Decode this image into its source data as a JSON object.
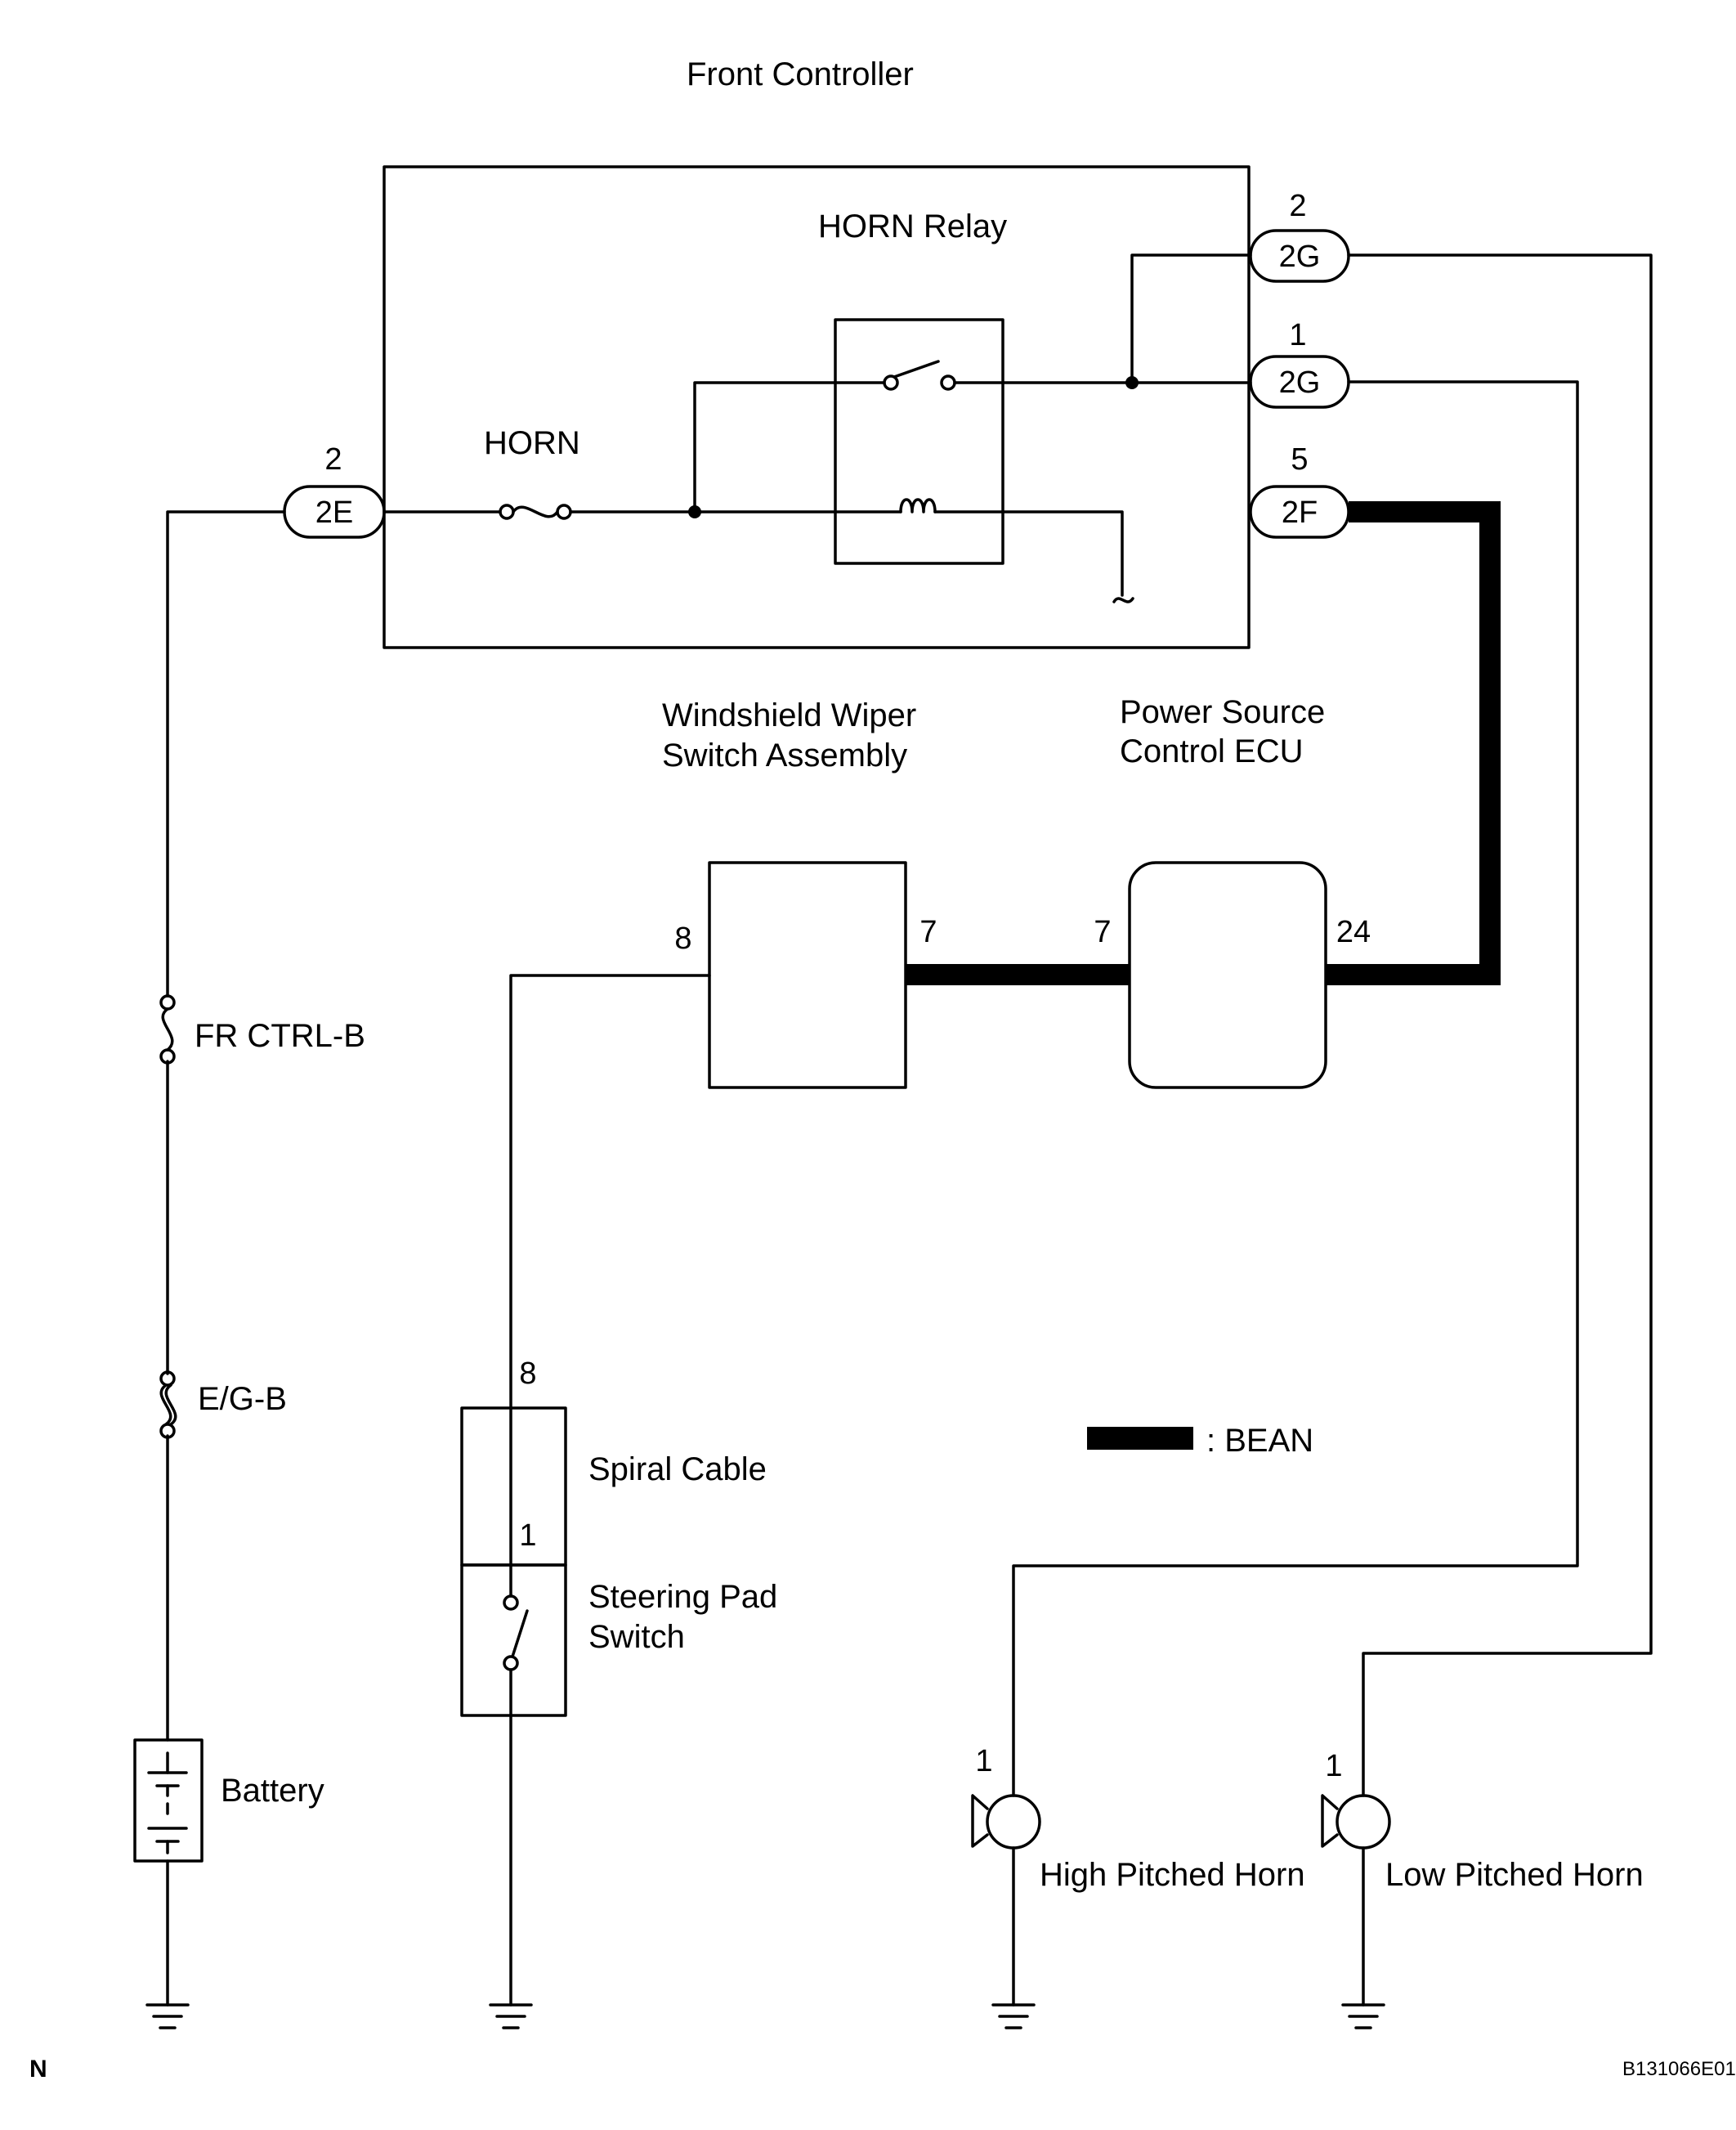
{
  "labels": {
    "front_controller": "Front Controller",
    "horn_relay": "HORN Relay",
    "horn_fuse": "HORN",
    "wiper_switch_line1": "Windshield Wiper",
    "wiper_switch_line2": "Switch Assembly",
    "power_ecu_line1": "Power Source",
    "power_ecu_line2": "Control ECU",
    "fr_ctrl_b": "FR CTRL-B",
    "eg_b": "E/G-B",
    "battery": "Battery",
    "spiral_cable": "Spiral Cable",
    "steering_pad_line1": "Steering Pad",
    "steering_pad_line2": "Switch",
    "high_horn": "High Pitched Horn",
    "low_horn": "Low Pitched Horn",
    "legend": ": BEAN",
    "corner_left": "N",
    "figure_code": "B131066E01"
  },
  "connectors": {
    "c2g_top": {
      "name": "2G",
      "pin": "2"
    },
    "c2g_mid": {
      "name": "2G",
      "pin": "1"
    },
    "c2f": {
      "name": "2F",
      "pin": "5"
    },
    "c2e": {
      "name": "2E",
      "pin": "2"
    }
  },
  "pins": {
    "wiper_in": "8",
    "wiper_out": "7",
    "ecu_in": "7",
    "ecu_out": "24",
    "spiral_top": "8",
    "spiral_bottom": "1",
    "high_horn": "1",
    "low_horn": "1"
  }
}
